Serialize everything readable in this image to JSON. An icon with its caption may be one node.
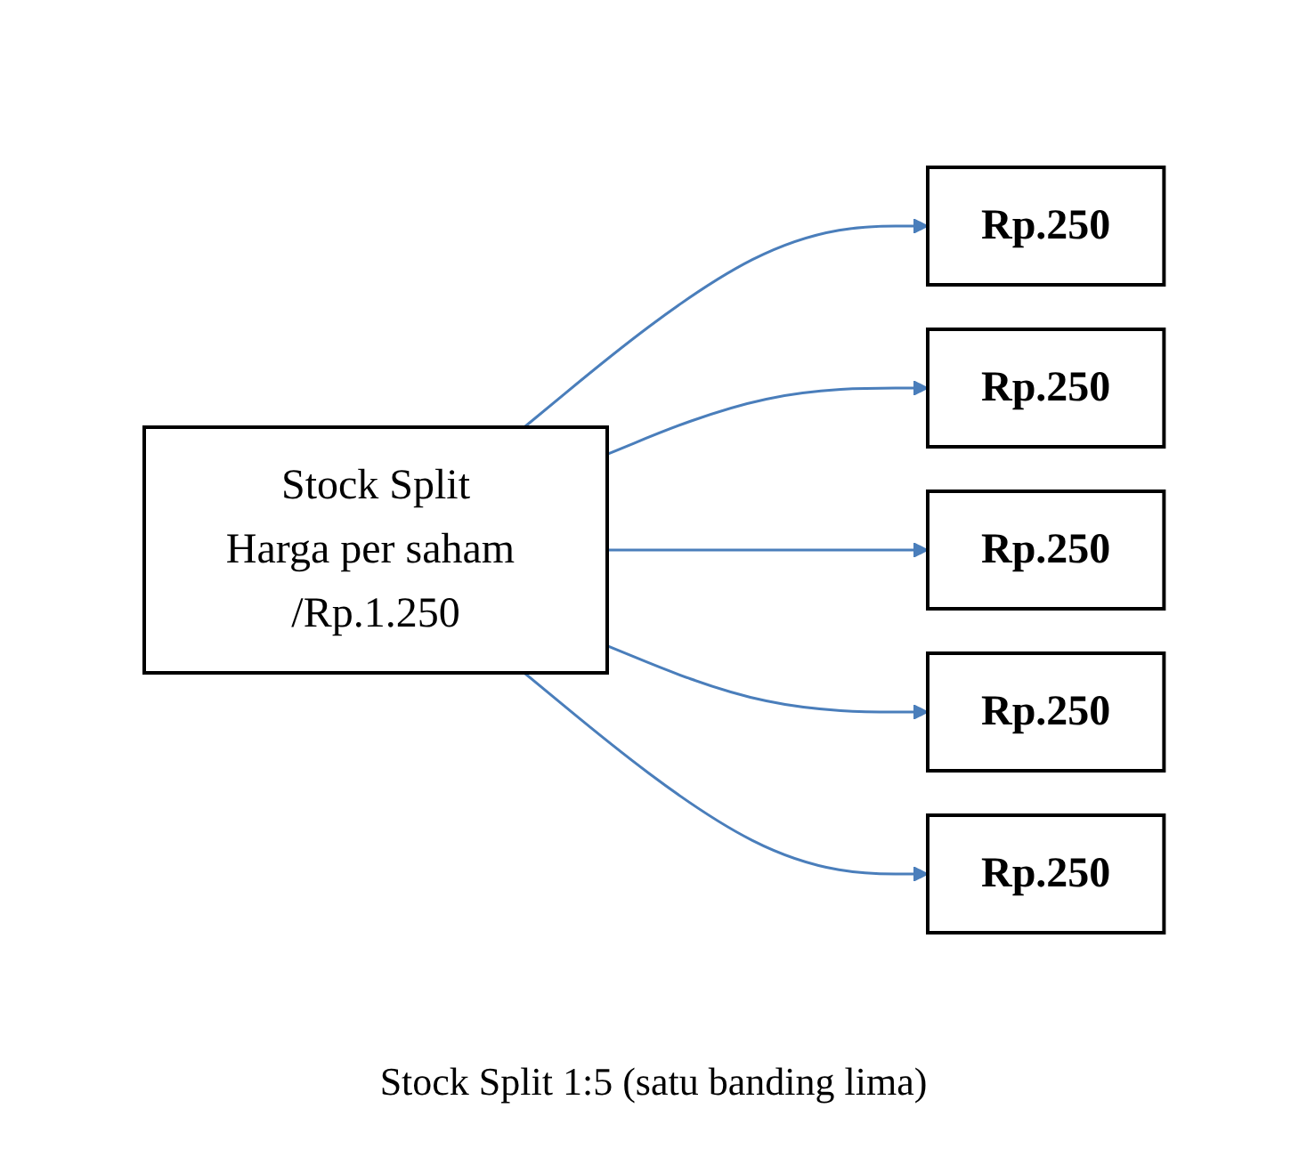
{
  "diagram": {
    "nodes": [
      {
        "text": [
          "Stock Split",
          "Harga per saham /Rp.1.250"
        ]
      },
      {
        "text": [
          "Rp.250"
        ]
      },
      {
        "text": [
          "Rp.250"
        ]
      },
      {
        "text": [
          "Rp.250"
        ]
      },
      {
        "text": [
          "Rp.250"
        ]
      },
      {
        "text": [
          "Rp.250"
        ]
      }
    ],
    "edges": [
      {
        "from": 0,
        "to": 1,
        "arrow": "to"
      },
      {
        "from": 0,
        "to": 2,
        "arrow": "to"
      },
      {
        "from": 0,
        "to": 3,
        "arrow": "to"
      },
      {
        "from": 0,
        "to": 4,
        "arrow": "to"
      },
      {
        "from": 0,
        "to": 5,
        "arrow": "to"
      }
    ],
    "labels": [
      "Stock Split 1:5 (satu banding lima)"
    ]
  }
}
